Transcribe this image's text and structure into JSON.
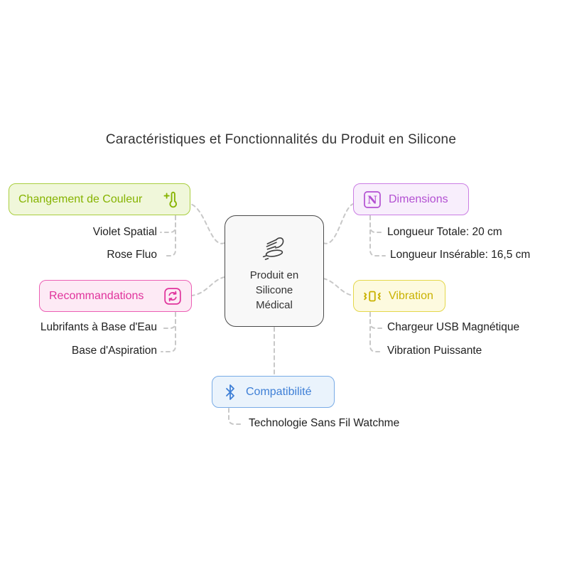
{
  "title": "Caractéristiques et Fonctionnalités du Produit en Silicone",
  "center": {
    "label": "Produit en\nSilicone\nMédical",
    "icon": "hand-product-icon"
  },
  "branches": [
    {
      "label": "Changement de Couleur",
      "icon": "thermometer-plus-icon",
      "text_color": "#86b300",
      "border_color": "#a9ce3f",
      "bg_color": "#f0f7da",
      "children": [
        "Violet Spatial",
        "Rose Fluo"
      ]
    },
    {
      "label": "Recommandations",
      "icon": "refresh-icon",
      "text_color": "#e0339c",
      "border_color": "#ec5fb4",
      "bg_color": "#fdeaf5",
      "children": [
        "Lubrifants à Base d'Eau",
        "Base d'Aspiration"
      ]
    },
    {
      "label": "Dimensions",
      "icon": "letter-n-icon",
      "text_color": "#b350d2",
      "border_color": "#cb7ee4",
      "bg_color": "#f8eefc",
      "children": [
        "Longueur Totale: 20 cm",
        "Longueur Insérable: 16,5 cm"
      ]
    },
    {
      "label": "Vibration",
      "icon": "vibrate-icon",
      "text_color": "#c9b200",
      "border_color": "#e4d74b",
      "bg_color": "#fdfadf",
      "children": [
        "Chargeur USB Magnétique",
        "Vibration Puissante"
      ]
    },
    {
      "label": "Compatibilité",
      "icon": "bluetooth-icon",
      "text_color": "#3e7fd6",
      "border_color": "#79abe6",
      "bg_color": "#eaf3fc",
      "children": [
        "Technologie Sans Fil Watchme"
      ]
    }
  ],
  "connector_color": "#c8c8c8",
  "child_text_color": "#212121"
}
